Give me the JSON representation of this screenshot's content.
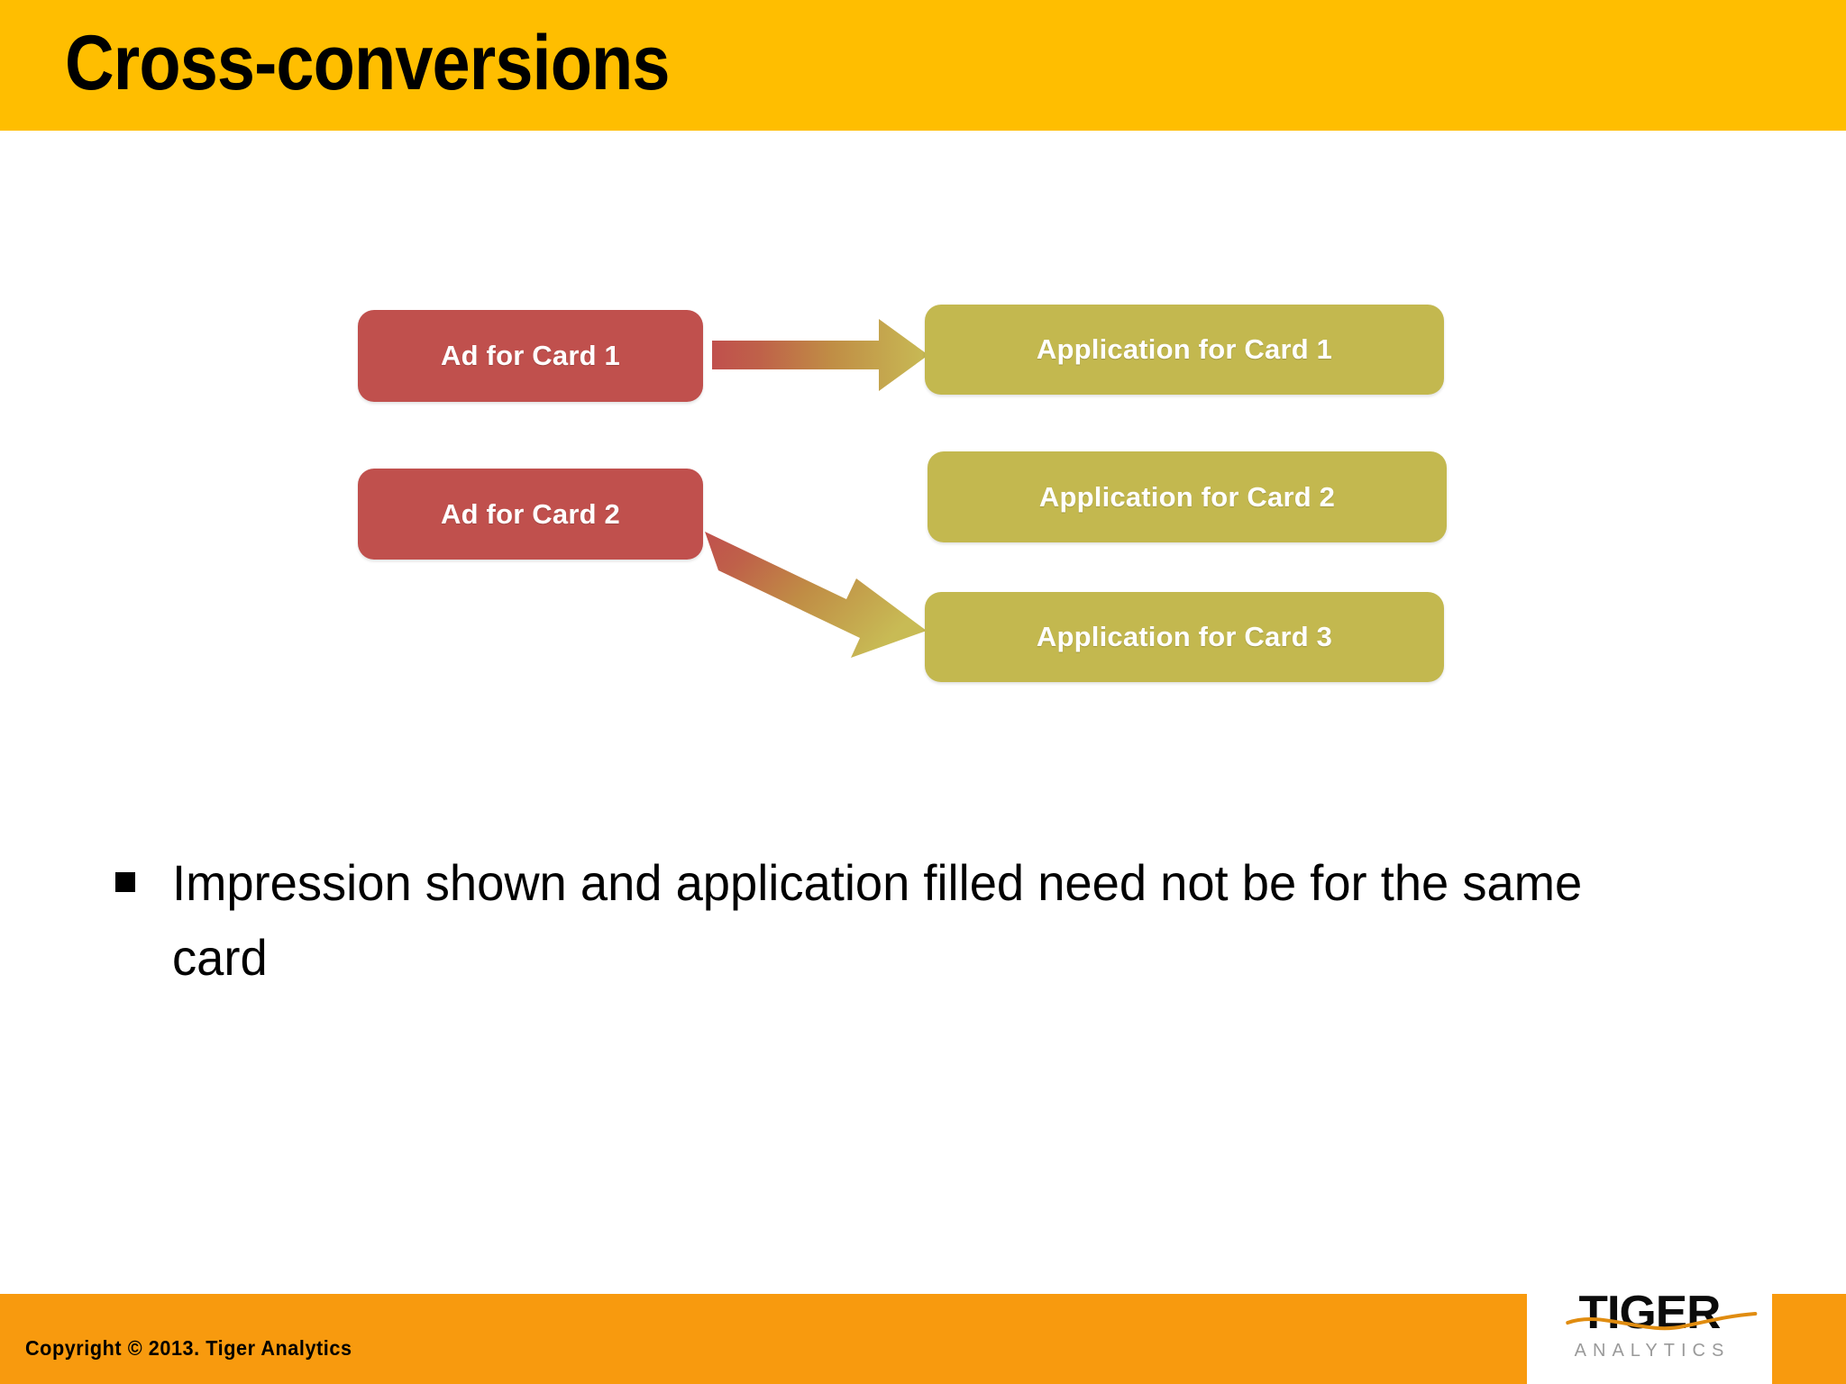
{
  "slide": {
    "title": "Cross-conversions",
    "accent_header_color": "#ffbe00",
    "accent_footer_color": "#f89a0e",
    "background_color": "#ffffff"
  },
  "diagram": {
    "source_nodes": [
      {
        "id": "ad-card-1",
        "label": "Ad for Card 1",
        "color": "#c0504d"
      },
      {
        "id": "ad-card-2",
        "label": "Ad for Card 2",
        "color": "#c0504d"
      }
    ],
    "target_nodes": [
      {
        "id": "app-card-1",
        "label": "Application for Card 1",
        "color": "#c3b84f"
      },
      {
        "id": "app-card-2",
        "label": "Application for Card 2",
        "color": "#c3b84f"
      },
      {
        "id": "app-card-3",
        "label": "Application for Card 3",
        "color": "#c3b84f"
      }
    ],
    "connectors": [
      {
        "id": "arrow-1",
        "from": "ad-card-1",
        "to": "app-card-1",
        "direction": "horizontal-right",
        "gradient_from": "#c0504d",
        "gradient_to": "#c3b84f"
      },
      {
        "id": "arrow-2",
        "from": "ad-card-2",
        "to": "app-card-3",
        "direction": "diagonal-down-right",
        "gradient_from": "#c0504d",
        "gradient_to": "#c3b84f"
      }
    ]
  },
  "body": {
    "bullets": [
      {
        "marker": "square-bullet",
        "text": "Impression shown and application filled need not be for the same card"
      }
    ]
  },
  "footer": {
    "copyright": "Copyright © 2013. Tiger Analytics",
    "logo": {
      "wordmark": "TIGER",
      "sub": "ANALYTICS",
      "swoosh_color": "#e08c10"
    }
  }
}
